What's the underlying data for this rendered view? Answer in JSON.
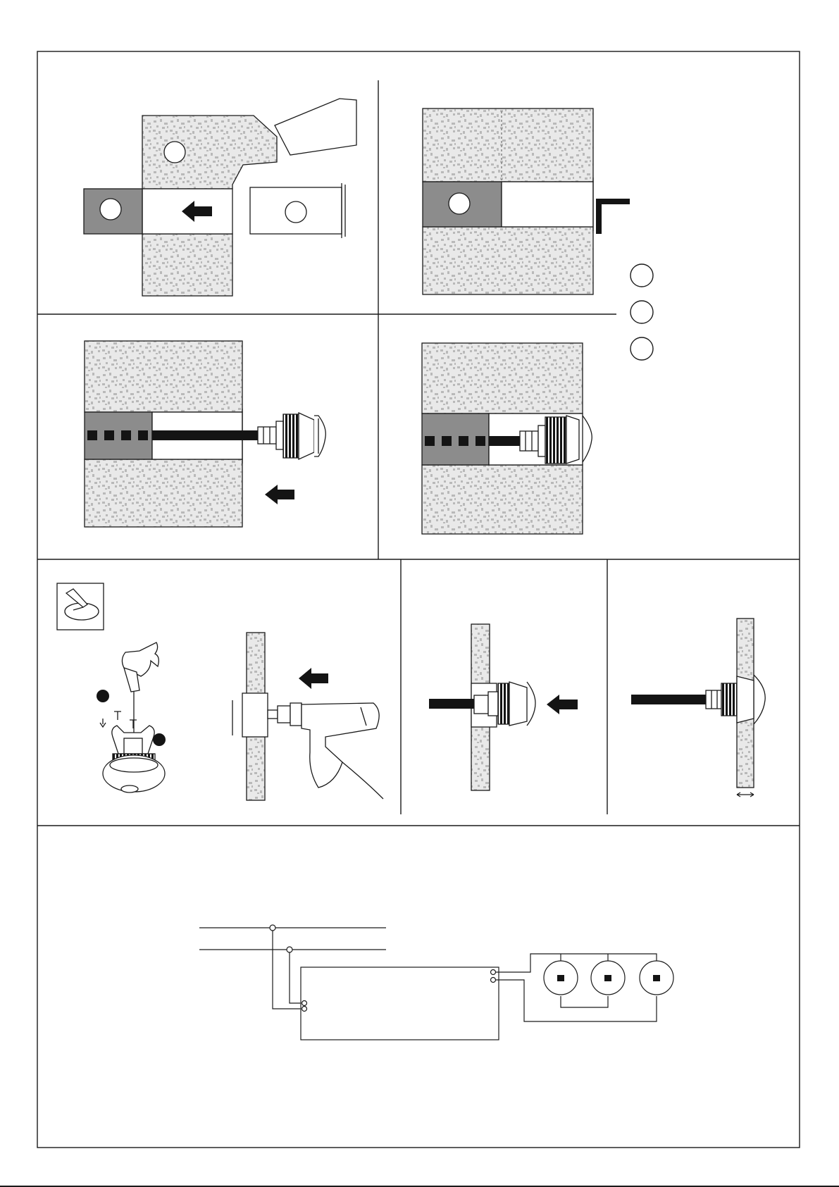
{
  "colors": {
    "ink": "#1a1a1a",
    "background": "#ffffff",
    "wall": "#e9e9e9",
    "wall_speckle": "#b9b9b9",
    "sleeve": "#8c8c8c",
    "cable": "#141414"
  },
  "panels": [
    {
      "name": "panel-sleeve-insertion",
      "callouts": [
        "",
        "",
        ""
      ]
    },
    {
      "name": "panel-sleeve-fixed",
      "callouts": [
        ""
      ]
    },
    {
      "name": "panel-fitting-insertion",
      "callouts": []
    },
    {
      "name": "panel-fitting-installed",
      "callouts": []
    },
    {
      "name": "panel-legend",
      "callouts": [
        "",
        "",
        ""
      ]
    },
    {
      "name": "panel-disassembly",
      "icons": [
        "screwdriver-icon",
        "screw-icon"
      ]
    },
    {
      "name": "panel-drilling",
      "icons": [
        "drill-icon",
        "arrow-left-icon"
      ]
    },
    {
      "name": "panel-thin-wall-insert",
      "icons": [
        "arrow-left-icon"
      ]
    },
    {
      "name": "panel-thin-wall-final",
      "icons": [
        "double-arrow-icon"
      ]
    },
    {
      "name": "panel-wiring",
      "lamp_count": 3
    }
  ]
}
